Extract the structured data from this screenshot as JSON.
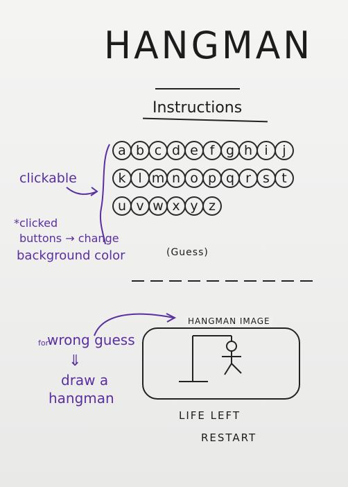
{
  "title": "HANGMAN",
  "instructions": "Instructions",
  "letters": {
    "row1": [
      "a",
      "b",
      "c",
      "d",
      "e",
      "f",
      "g",
      "h",
      "i",
      "j"
    ],
    "row2": [
      "k",
      "l",
      "m",
      "n",
      "o",
      "p",
      "q",
      "r",
      "s",
      "t"
    ],
    "row3": [
      "u",
      "v",
      "w",
      "x",
      "y",
      "z"
    ]
  },
  "guess_label": "(Guess)",
  "annotations": {
    "clickable": "clickable",
    "note_line1": "*clicked",
    "note_line2": "buttons → change",
    "note_line3": "background color",
    "for": "for",
    "wrong_guess": "wrong guess",
    "draw_a": "draw a",
    "hangman": "hangman"
  },
  "hangman_image_label": "HANGMAN IMAGE",
  "life_left_label": "LIFE LEFT",
  "restart_label": "RESTART",
  "colors": {
    "ink": "#1c1c1c",
    "purple": "#5a2fa0"
  }
}
